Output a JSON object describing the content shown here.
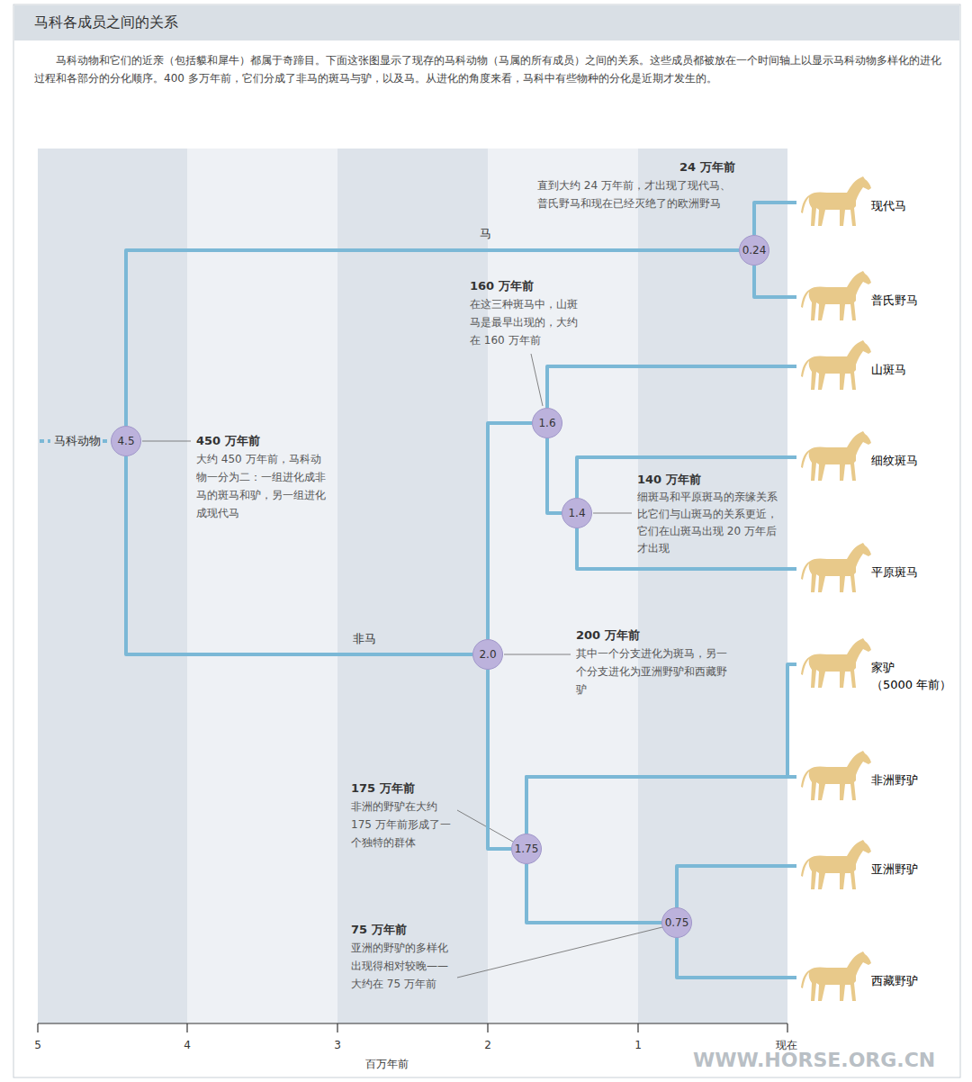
{
  "diagram": {
    "title": "马科各成员之间的关系",
    "caption": "马科动物和它们的近亲（包括貘和犀牛）都属于奇蹄目。下面这张图显示了现存的马科动物（马属的所有成员）之间的关系。这些成员都被放在一个时间轴上以显示马科动物多样化的进化过程和各部分的分化顺序。400 多万年前，它们分成了非马的斑马与驴，以及马。从进化的角度来看，马科中有些物种的分化是近期才发生的。",
    "nodes": [
      {
        "text": [
          "马科动物"
        ]
      },
      {
        "text": [
          "4.5"
        ]
      },
      {
        "text": [
          "0.24"
        ]
      },
      {
        "text": [
          "现代马"
        ]
      },
      {
        "text": [
          "普氏野马"
        ]
      },
      {
        "text": [
          "2.0"
        ]
      },
      {
        "text": [
          "1.6"
        ]
      },
      {
        "text": [
          "山斑马"
        ]
      },
      {
        "text": [
          "1.4"
        ]
      },
      {
        "text": [
          "细纹斑马"
        ]
      },
      {
        "text": [
          "平原斑马"
        ]
      },
      {
        "text": [
          "1.75"
        ]
      },
      {
        "text": [
          "家驴",
          "（5000 年前）"
        ]
      },
      {
        "text": [
          "非洲野驴"
        ]
      },
      {
        "text": [
          "0.75"
        ]
      },
      {
        "text": [
          "亚洲野驴"
        ]
      },
      {
        "text": [
          "西藏野驴"
        ]
      }
    ],
    "edges": [
      {
        "from": 0,
        "to": 1,
        "arrow": "none"
      },
      {
        "from": 1,
        "to": 2,
        "arrow": "none"
      },
      {
        "from": 2,
        "to": 3,
        "arrow": "none"
      },
      {
        "from": 2,
        "to": 4,
        "arrow": "none"
      },
      {
        "from": 1,
        "to": 5,
        "arrow": "none"
      },
      {
        "from": 5,
        "to": 6,
        "arrow": "none"
      },
      {
        "from": 6,
        "to": 7,
        "arrow": "none"
      },
      {
        "from": 6,
        "to": 8,
        "arrow": "none"
      },
      {
        "from": 8,
        "to": 9,
        "arrow": "none"
      },
      {
        "from": 8,
        "to": 10,
        "arrow": "none"
      },
      {
        "from": 5,
        "to": 11,
        "arrow": "none"
      },
      {
        "from": 11,
        "to": 12,
        "arrow": "none"
      },
      {
        "from": 11,
        "to": 13,
        "arrow": "none"
      },
      {
        "from": 11,
        "to": 14,
        "arrow": "none"
      },
      {
        "from": 14,
        "to": 15,
        "arrow": "none"
      },
      {
        "from": 14,
        "to": 16,
        "arrow": "none"
      }
    ],
    "labels": [
      "24 万年前",
      "直到大约 24 万年前，才出现了现代马、普氏野马和现在已经灭绝了的欧洲野马",
      "马",
      "160 万年前",
      "在这三种斑马中，山斑马是最早出现的，大约在 160 万年前",
      "450 万年前",
      "大约 450 万年前，马科动物一分为二：一组进化成非马的斑马和驴，另一组进化成现代马",
      "140 万年前",
      "细斑马和平原斑马的亲缘关系比它们与山斑马的关系更近，它们在山斑马出现 20 万年后才出现",
      "非马",
      "200 万年前",
      "其中一个分支进化为斑马，另一个分支进化为亚洲野驴和西藏野驴",
      "175 万年前",
      "非洲的野驴在大约 175 万年前形成了一个独特的群体",
      "75 万年前",
      "亚洲的野驴的多样化出现得相对较晚——大约在 75 万年前",
      "5",
      "4",
      "3",
      "2",
      "1",
      "现在",
      "百万年前",
      "WWW.HORSE.ORG.CN"
    ]
  }
}
